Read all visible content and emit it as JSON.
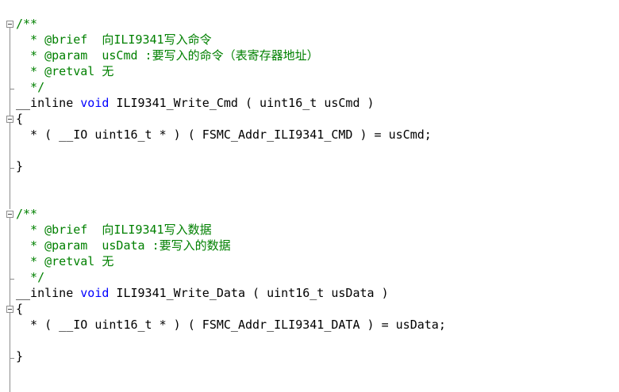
{
  "editor": {
    "lines": [
      {
        "segments": [
          {
            "t": "/**",
            "c": "cm"
          }
        ]
      },
      {
        "segments": [
          {
            "t": "  * @brief  向ILI9341写入命令",
            "c": "cm"
          }
        ]
      },
      {
        "segments": [
          {
            "t": "  * @param  usCmd :要写入的命令（表寄存器地址）",
            "c": "cm"
          }
        ]
      },
      {
        "segments": [
          {
            "t": "  * @retval 无",
            "c": "cm"
          }
        ]
      },
      {
        "segments": [
          {
            "t": "  */",
            "c": "cm"
          }
        ]
      },
      {
        "segments": [
          {
            "t": "__inline ",
            "c": "tx"
          },
          {
            "t": "void",
            "c": "kw"
          },
          {
            "t": " ILI9341_Write_Cmd ( uint16_t usCmd )",
            "c": "tx"
          }
        ]
      },
      {
        "segments": [
          {
            "t": "{",
            "c": "tx"
          }
        ]
      },
      {
        "segments": [
          {
            "t": "  * ( __IO uint16_t * ) ( FSMC_Addr_ILI9341_CMD ) = usCmd;",
            "c": "tx"
          }
        ]
      },
      {
        "segments": []
      },
      {
        "segments": [
          {
            "t": "}",
            "c": "tx"
          }
        ]
      },
      {
        "segments": []
      },
      {
        "segments": []
      },
      {
        "segments": [
          {
            "t": "/**",
            "c": "cm"
          }
        ]
      },
      {
        "segments": [
          {
            "t": "  * @brief  向ILI9341写入数据",
            "c": "cm"
          }
        ]
      },
      {
        "segments": [
          {
            "t": "  * @param  usData :要写入的数据",
            "c": "cm"
          }
        ]
      },
      {
        "segments": [
          {
            "t": "  * @retval 无",
            "c": "cm"
          }
        ]
      },
      {
        "segments": [
          {
            "t": "  */",
            "c": "cm"
          }
        ]
      },
      {
        "segments": [
          {
            "t": "__inline ",
            "c": "tx"
          },
          {
            "t": "void",
            "c": "kw"
          },
          {
            "t": " ILI9341_Write_Data ( uint16_t usData )",
            "c": "tx"
          }
        ]
      },
      {
        "segments": [
          {
            "t": "{",
            "c": "tx"
          }
        ]
      },
      {
        "segments": [
          {
            "t": "  * ( __IO uint16_t * ) ( FSMC_Addr_ILI9341_DATA ) = usData;",
            "c": "tx"
          }
        ]
      },
      {
        "segments": []
      },
      {
        "segments": [
          {
            "t": "}",
            "c": "tx"
          }
        ]
      }
    ],
    "fold_markers": [
      {
        "line": 0,
        "icon": "fold-collapse-icon"
      },
      {
        "line": 6,
        "icon": "fold-collapse-icon"
      },
      {
        "line": 12,
        "icon": "fold-collapse-icon"
      },
      {
        "line": 18,
        "icon": "fold-collapse-icon"
      }
    ],
    "colors": {
      "comment": "#008000",
      "keyword": "#0000ff",
      "text": "#000000",
      "fold_guide": "#8c8c8c"
    }
  }
}
